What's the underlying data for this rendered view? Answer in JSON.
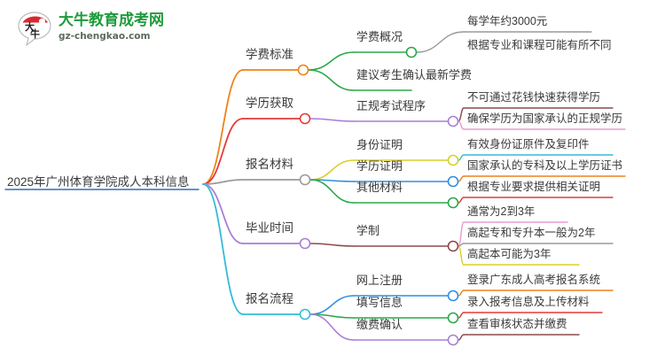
{
  "logo": {
    "mark_text": "大牛",
    "title": "大牛教育成考网",
    "url": "gz-chengkao.com",
    "brand_green": "#1e9b3c",
    "brand_red": "#d9282f"
  },
  "mindmap": {
    "root": {
      "label": "2025年广州体育学院成人本科信息",
      "node_color": "#2f6fb5"
    },
    "branches": [
      {
        "label": "学费标准",
        "node_color": "#ef8219",
        "link_color": "#ef8219",
        "children": [
          {
            "label": "学费概况",
            "node_color": "#2aa84a",
            "link_color": "#2aa84a",
            "children": [
              {
                "label": "每学年约3000元",
                "link_color": "#9a9a9a"
              },
              {
                "label": "根据专业和课程可能有所不同",
                "link_color": "#d9cf28"
              }
            ]
          },
          {
            "label": "建议考生确认最新学费",
            "link_color": "#2aa84a",
            "children": []
          }
        ]
      },
      {
        "label": "学历获取",
        "node_color": "#e13b3b",
        "link_color": "#e13b3b",
        "children": [
          {
            "label": "正规考试程序",
            "node_color": "#a87fd6",
            "link_color": "#a87fd6",
            "children": [
              {
                "label": "不可通过花钱快速获得学历",
                "link_color": "#8b4a4a"
              },
              {
                "label": "确保学历为国家承认的正规学历",
                "link_color": "#e89ccd"
              }
            ]
          }
        ]
      },
      {
        "label": "报名材料",
        "node_color": "#9a9a9a",
        "link_color": "#9a9a9a",
        "children": [
          {
            "label": "身份证明",
            "node_color": "#d9cf28",
            "link_color": "#d9cf28",
            "children": [
              {
                "label": "有效身份证原件及复印件",
                "link_color": "#34bcd8"
              }
            ]
          },
          {
            "label": "学历证明",
            "node_color": "#2f8fe0",
            "link_color": "#2f8fe0",
            "children": [
              {
                "label": "国家承认的专科及以上学历证书",
                "link_color": "#ef8219"
              }
            ]
          },
          {
            "label": "其他材料",
            "node_color": "#2aa84a",
            "link_color": "#2aa84a",
            "children": [
              {
                "label": "根据专业要求提供相关证明",
                "link_color": "#e13b3b"
              }
            ]
          }
        ]
      },
      {
        "label": "毕业时间",
        "node_color": "#a87fd6",
        "link_color": "#a87fd6",
        "children": [
          {
            "label": "学制",
            "node_color": "#8b4a4a",
            "link_color": "#8b4a4a",
            "children": [
              {
                "label": "通常为2到3年",
                "link_color": "#e89ccd"
              },
              {
                "label": "高起专和专升本一般为2年",
                "link_color": "#9a9a9a"
              },
              {
                "label": "高起本可能为3年",
                "link_color": "#d9cf28"
              }
            ]
          }
        ]
      },
      {
        "label": "报名流程",
        "node_color": "#34bcd8",
        "link_color": "#34bcd8",
        "children": [
          {
            "label": "网上注册",
            "node_color": "#2f8fe0",
            "link_color": "#2f8fe0",
            "children": [
              {
                "label": "登录广东成人高考报名系统",
                "link_color": "#ef8219"
              }
            ]
          },
          {
            "label": "填写信息",
            "node_color": "#2aa84a",
            "link_color": "#2aa84a",
            "children": [
              {
                "label": "录入报考信息及上传材料",
                "link_color": "#e13b3b"
              }
            ]
          },
          {
            "label": "缴费确认",
            "node_color": "#a87fd6",
            "link_color": "#a87fd6",
            "children": [
              {
                "label": "查看审核状态并缴费",
                "link_color": "#8b4a4a"
              }
            ]
          }
        ]
      }
    ]
  }
}
